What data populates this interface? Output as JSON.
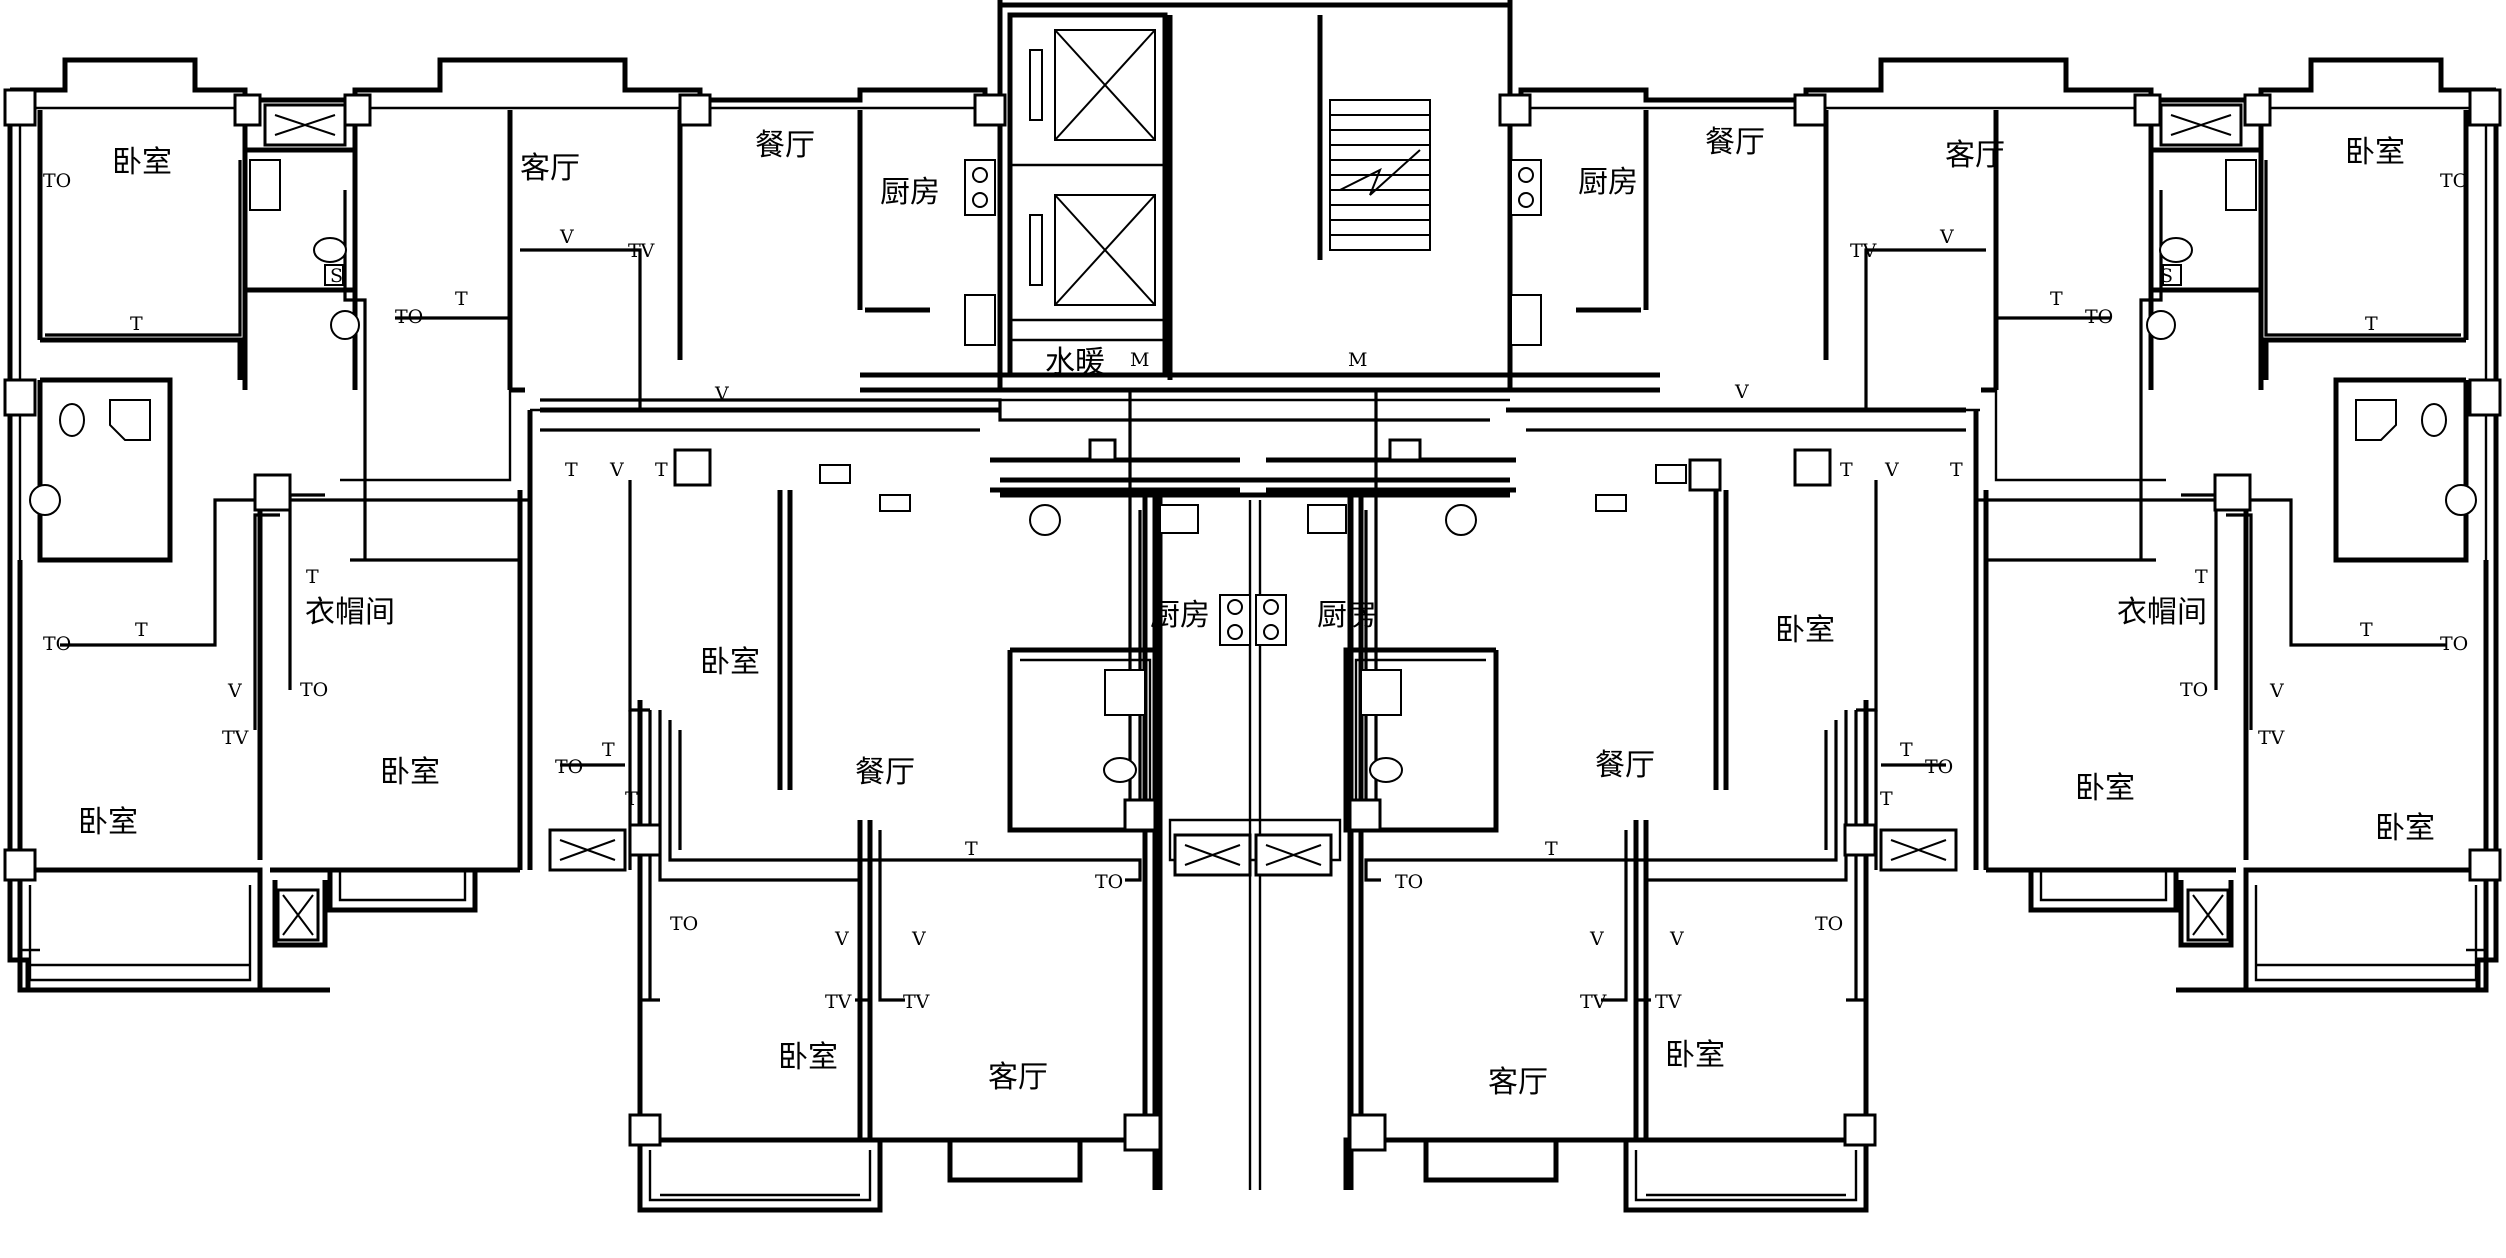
{
  "colors": {
    "line": "#000000",
    "background": "#ffffff"
  },
  "rooms": {
    "bedroom": "卧室",
    "living": "客厅",
    "dining": "餐厅",
    "kitchen": "厨房",
    "cloakroom": "衣帽间",
    "plumbing_heating": "水暖"
  },
  "symbols": {
    "telephone_outlet": "TO",
    "tv_outlet": "TV",
    "telephone_line": "T",
    "tv_line": "V",
    "distribution_box": "S",
    "junction_box": "M"
  }
}
